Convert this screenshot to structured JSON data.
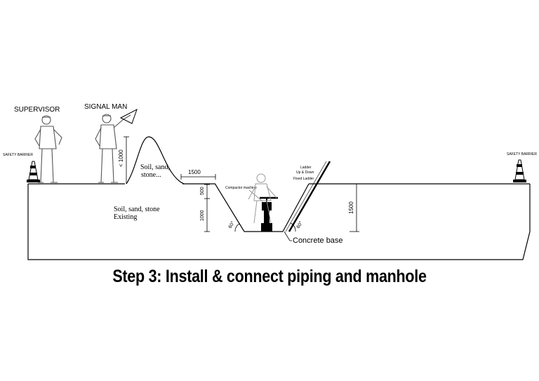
{
  "figure": {
    "caption": "Step 3: Install & connect piping and manhole",
    "labels": {
      "supervisor": "SUPERVISOR",
      "signal_man": "SIGNAL MAN",
      "safety_barrier_left": "SAFETY BARRIER",
      "safety_barrier_right": "SAFETY BARRIER",
      "spoil_pile_line1": "Soil, sand,",
      "spoil_pile_line2": "stone...",
      "existing_soil_line1": "Soil, sand, stone",
      "existing_soil_line2": "Existing",
      "compactor": "Compactor machine",
      "ladder_line1": "Ladder",
      "ladder_line2": "Up & Down",
      "ladder_line3": "Fixed Ladder",
      "concrete_base": "Concrete base"
    },
    "dimensions": {
      "pile_height": "< 1000",
      "setback": "1500",
      "slope_upper": "500",
      "slope_lower": "1000",
      "trench_depth": "1500",
      "angle_left": "60°",
      "angle_right": "60°"
    }
  }
}
